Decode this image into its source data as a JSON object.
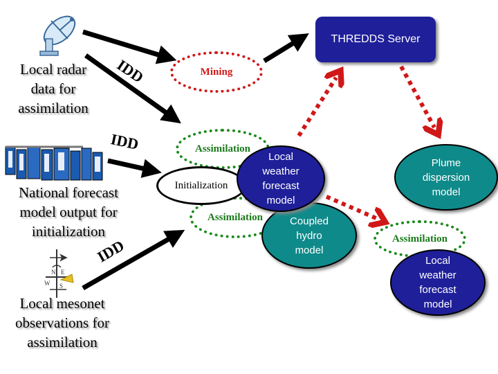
{
  "sources": {
    "radar": [
      "Local radar",
      "data for",
      "assimilation"
    ],
    "national": [
      "National forecast",
      "model output for",
      "initialization"
    ],
    "mesonet": [
      "Local mesonet",
      "observations for",
      "assimilation"
    ]
  },
  "idd_labels": [
    "IDD",
    "IDD",
    "IDD"
  ],
  "nodes": {
    "thredds": "THREDDS Server",
    "mining": "Mining",
    "assimilation_top": "Assimilation",
    "initialization": "Initialization",
    "assimilation_mid": "Assimilation",
    "local_model_1": [
      "Local",
      "weather",
      "forecast",
      "model"
    ],
    "coupled_hydro": [
      "Coupled",
      "hydro",
      "model"
    ],
    "plume": [
      "Plume",
      "dispersion",
      "model"
    ],
    "assimilation_right": "Assimilation",
    "local_model_2": [
      "Local",
      "weather",
      "forecast",
      "model"
    ]
  },
  "icons": [
    "satellite-dish-icon",
    "supercomputer-icon",
    "weathervane-icon"
  ],
  "colors": {
    "navy": "#1f1f9a",
    "teal": "#0f8a8a",
    "red_dotted": "#d01818",
    "green_dotted": "#1a8a1a",
    "arrow_black": "#000000"
  }
}
